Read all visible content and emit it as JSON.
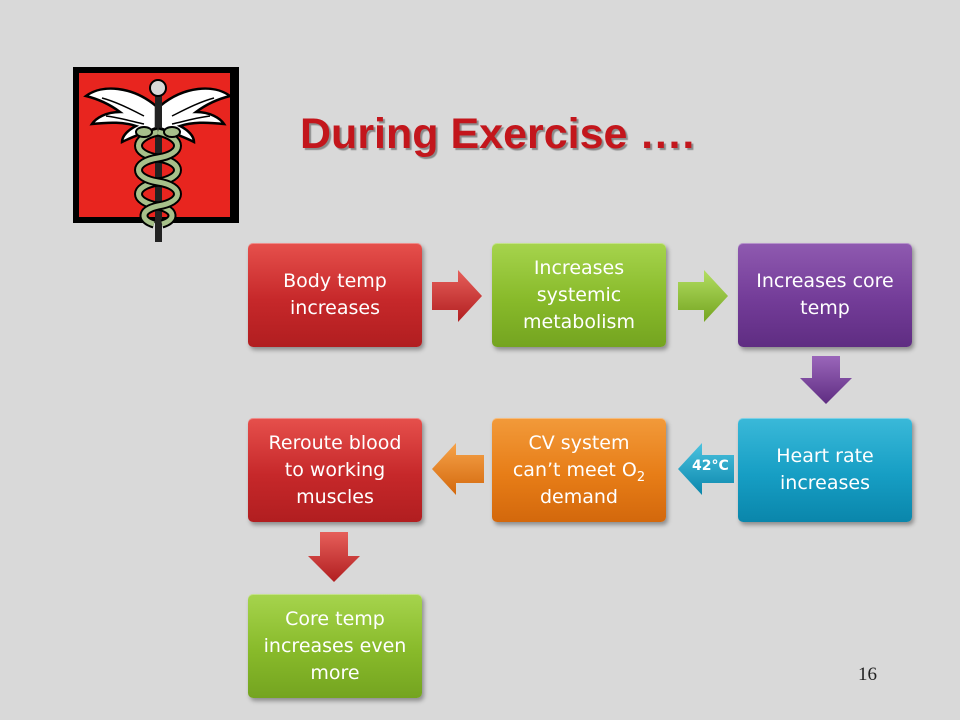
{
  "slide": {
    "title": "During Exercise ….",
    "page_number": "16"
  },
  "logo": {
    "icon": "caduceus-icon"
  },
  "flow": {
    "boxes": {
      "body_temp": [
        "Body temp",
        "increases"
      ],
      "metabolism": [
        "Increases",
        "systemic",
        "metabolism"
      ],
      "core_temp": [
        "Increases core",
        "temp"
      ],
      "heart_rate": [
        "Heart rate",
        "increases"
      ],
      "cv_system": {
        "line1": "CV system",
        "line2": "can’t meet O",
        "subscript": "2",
        "line3": "demand"
      },
      "reroute": [
        "Reroute blood",
        "to working",
        "muscles"
      ],
      "core_temp_more": [
        "Core temp",
        "increases even",
        "more"
      ]
    },
    "temperature_label": "42°C"
  },
  "colors": {
    "title": "#c3161c",
    "red": "#c6282a",
    "green": "#88ba2a",
    "purple": "#733c98",
    "cyan": "#169ec4",
    "orange": "#e77d17",
    "background": "#d9d9d9"
  }
}
